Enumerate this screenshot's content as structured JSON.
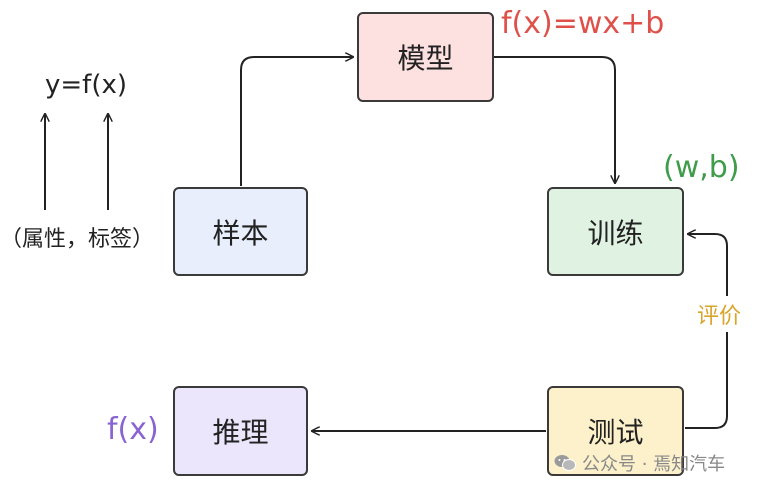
{
  "nodes": {
    "model": "模型",
    "sample": "样本",
    "train": "训练",
    "test": "测试",
    "infer": "推理"
  },
  "annotations": {
    "formula_model": "f(x)=wx+b",
    "params": "(w,b)",
    "evaluate": "评价",
    "infer_output": "f(x)",
    "target_fn": "y=f(x)",
    "sample_desc": "（属性，标签）"
  },
  "watermark": {
    "text": "公众号 · 焉知汽车",
    "icon": "wechat-icon"
  },
  "colors": {
    "model_fill": "#fde0e0",
    "sample_fill": "#e8eefb",
    "train_fill": "#e0f3e2",
    "test_fill": "#fdf1cc",
    "infer_fill": "#ebe6fb",
    "formula_red": "#e0504a",
    "params_green": "#3f9c4a",
    "evaluate_gold": "#d8a42a",
    "infer_purple": "#8a63d2"
  }
}
